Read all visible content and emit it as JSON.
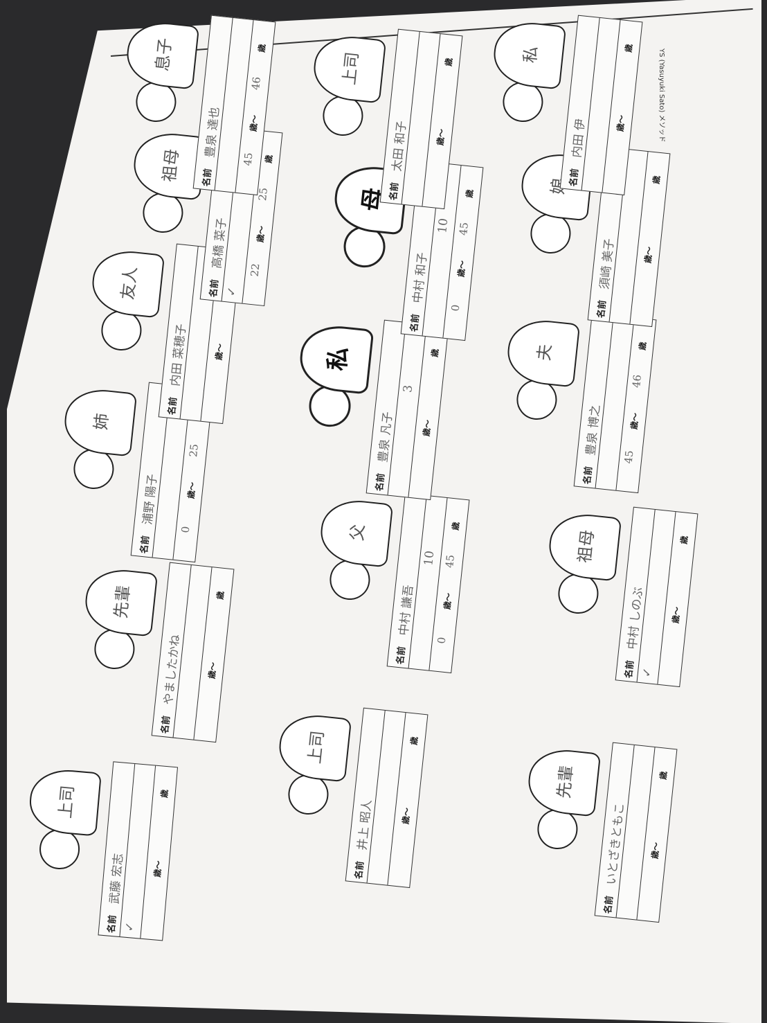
{
  "footer": "YS (Yasuyuki Sato) メソッド",
  "labels": {
    "name": "名前",
    "age_from": "歳〜",
    "age_to": "歳"
  },
  "figures": [
    {
      "id": "boss1",
      "body": "上司",
      "name": "武藤 宏志",
      "check": "✓",
      "age_from": "",
      "age_to": ""
    },
    {
      "id": "senpai1",
      "body": "先輩",
      "name": "やましたかね",
      "check": "",
      "age_from": "",
      "age_to": ""
    },
    {
      "id": "sister",
      "body": "姉",
      "name": "浦野 陽子",
      "check": "",
      "age_from": "0",
      "age_to": "25"
    },
    {
      "id": "friend",
      "body": "友人",
      "name": "内田 菜穂子",
      "check": "",
      "age_from": "",
      "age_to": ""
    },
    {
      "id": "grandma1",
      "body": "祖母",
      "name": "高橋 菜子",
      "check": "✓",
      "age_from": "22",
      "age_to": "25"
    },
    {
      "id": "son",
      "body": "息子",
      "name": "豊泉 達也",
      "check": "",
      "age_from": "45",
      "age_to": "46"
    },
    {
      "id": "boss2",
      "body": "上司",
      "name": "井上 昭人",
      "check": "",
      "age_from": "",
      "age_to": ""
    },
    {
      "id": "father",
      "body": "父",
      "name": "中村 謙吾",
      "check": "",
      "age_from": "0",
      "age_to": "45",
      "extra": "10"
    },
    {
      "id": "me",
      "body": "私",
      "name": "豊泉 凡子",
      "check": "",
      "age_from": "",
      "age_to": "",
      "extra": "3"
    },
    {
      "id": "mother",
      "body": "母",
      "name": "中村 和子",
      "check": "",
      "age_from": "0",
      "age_to": "45",
      "extra": "10"
    },
    {
      "id": "boss3",
      "body": "上司",
      "name": "太田 和子",
      "check": "",
      "age_from": "",
      "age_to": ""
    },
    {
      "id": "senpai2",
      "body": "先輩",
      "name": "いとざきともこ",
      "check": "",
      "age_from": "",
      "age_to": ""
    },
    {
      "id": "grandma2",
      "body": "祖母",
      "name": "中村 しのぶ",
      "check": "✓",
      "age_from": "",
      "age_to": ""
    },
    {
      "id": "husband",
      "body": "夫",
      "name": "豊泉 博之",
      "check": "",
      "age_from": "45",
      "age_to": "46"
    },
    {
      "id": "daughter",
      "body": "娘",
      "name": "須崎 美子",
      "check": "",
      "age_from": "",
      "age_to": ""
    },
    {
      "id": "self2",
      "body": "私",
      "name": "内田 伊",
      "check": "",
      "age_from": "",
      "age_to": ""
    }
  ]
}
